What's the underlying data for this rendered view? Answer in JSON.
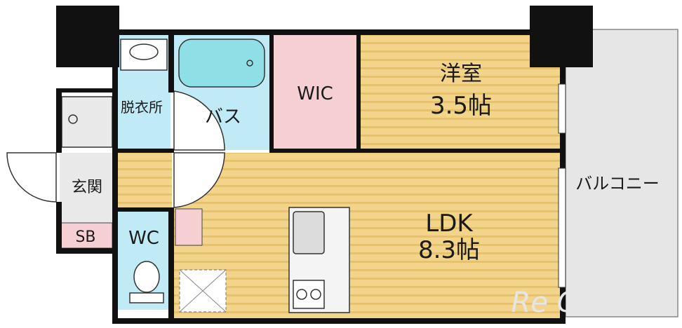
{
  "rooms": {
    "western": {
      "name": "洋室",
      "size": "3.5帖"
    },
    "ldk": {
      "name": "LDK",
      "size": "8.3帖"
    },
    "wic": "WIC",
    "bath": "バス",
    "washroom": "脱衣所",
    "entrance": "玄関",
    "toilet": "WC",
    "shoe_box": "SB",
    "balcony": "バルコニー"
  },
  "watermark": "Re Create",
  "colors": {
    "floor": "#f2d48a",
    "floor_stripe": "#e4c270",
    "wet": "#bfeaf6",
    "closet": "#f6cfd3",
    "entrance": "#e9e9e9",
    "balcony": "#e6e6e6",
    "wall": "#111111"
  }
}
